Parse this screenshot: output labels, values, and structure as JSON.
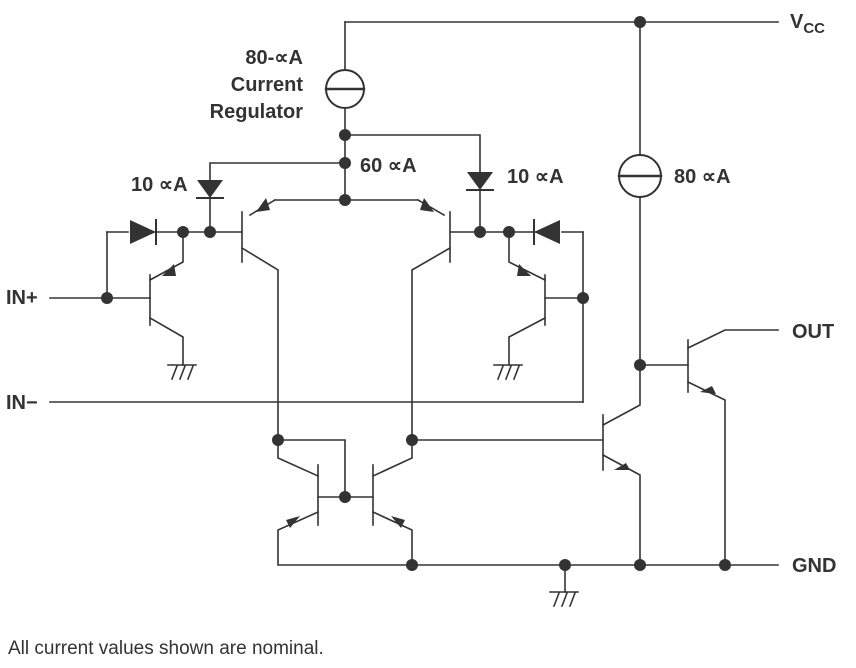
{
  "labels": {
    "vcc_main": "V",
    "vcc_sub": "CC",
    "out": "OUT",
    "gnd": "GND",
    "in_plus": "IN+",
    "in_minus": "IN−",
    "regulator_line1": "80-∝A",
    "regulator_line2": "Current",
    "regulator_line3": "Regulator",
    "current_60": "60 ∝A",
    "current_10_left": "10 ∝A",
    "current_10_right": "10 ∝A",
    "current_80": "80 ∝A"
  },
  "note": "All current values shown are nominal."
}
